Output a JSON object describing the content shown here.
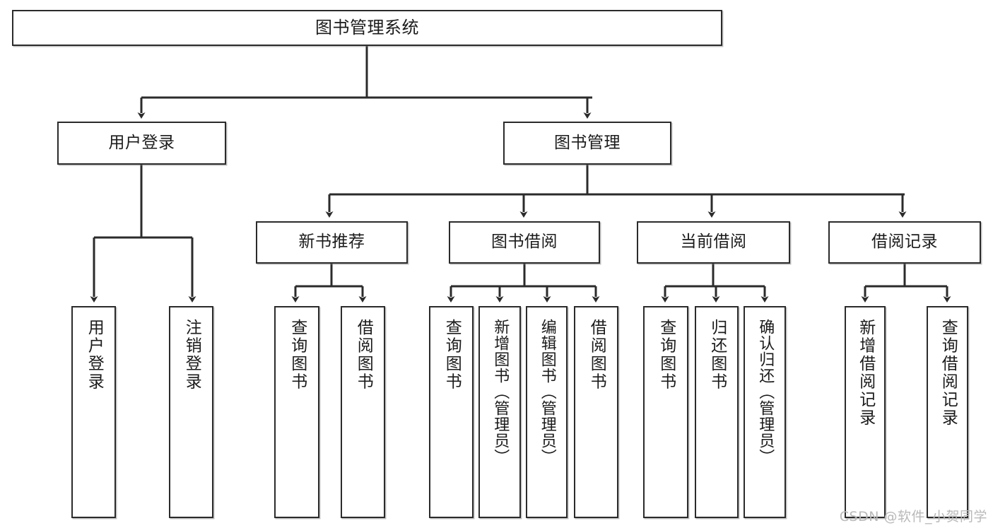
{
  "diagram": {
    "title": "图书管理系统",
    "type": "tree",
    "watermark": "CSDN @软件_小贺同学",
    "colors": {
      "stroke": "#2b2b2b",
      "fill": "#ffffff",
      "text": "#1b1b1b",
      "watermark": "#b9b9b9"
    },
    "levels": {
      "root": {
        "label": "图书管理系统"
      },
      "level2": [
        {
          "label": "用户登录"
        },
        {
          "label": "图书管理"
        }
      ],
      "level3": [
        {
          "label": "新书推荐"
        },
        {
          "label": "图书借阅"
        },
        {
          "label": "当前借阅"
        },
        {
          "label": "借阅记录"
        }
      ],
      "level4": [
        {
          "label": "用户登录",
          "parent": "用户登录"
        },
        {
          "label": "注销登录",
          "parent": "用户登录"
        },
        {
          "label": "查询图书",
          "parent": "新书推荐"
        },
        {
          "label": "借阅图书",
          "parent": "新书推荐"
        },
        {
          "label": "查询图书",
          "parent": "图书借阅"
        },
        {
          "label": "新增图书（管理员）",
          "parent": "图书借阅"
        },
        {
          "label": "编辑图书（管理员）",
          "parent": "图书借阅"
        },
        {
          "label": "借阅图书",
          "parent": "图书借阅"
        },
        {
          "label": "查询图书",
          "parent": "当前借阅"
        },
        {
          "label": "归还图书",
          "parent": "当前借阅"
        },
        {
          "label": "确认归还（管理员）",
          "parent": "当前借阅"
        },
        {
          "label": "新增借阅记录",
          "parent": "借阅记录"
        },
        {
          "label": "查询借阅记录",
          "parent": "借阅记录"
        }
      ]
    }
  }
}
